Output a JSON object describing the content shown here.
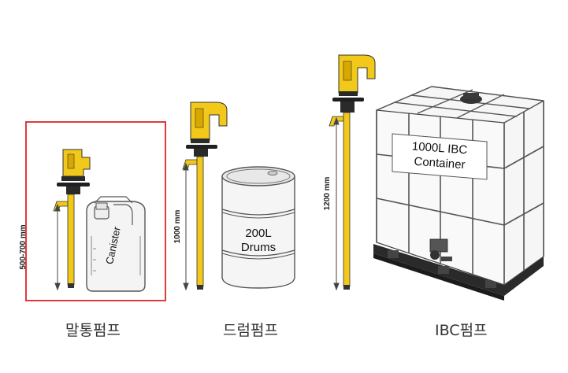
{
  "colors": {
    "pump_yellow": "#f2c81a",
    "highlight_red": "#e03a3a",
    "line_gray": "#444444"
  },
  "pumps": [
    {
      "caption": "말통펌프",
      "height_label": "500-700 mm",
      "vessel_label": "Canister",
      "selected": true
    },
    {
      "caption": "드럼펌프",
      "height_label": "1000 mm",
      "vessel_label_1": "200L",
      "vessel_label_2": "Drums",
      "selected": false
    },
    {
      "caption": "IBC펌프",
      "height_label": "1200 mm",
      "vessel_label_1": "1000L IBC",
      "vessel_label_2": "Container",
      "selected": false
    }
  ]
}
